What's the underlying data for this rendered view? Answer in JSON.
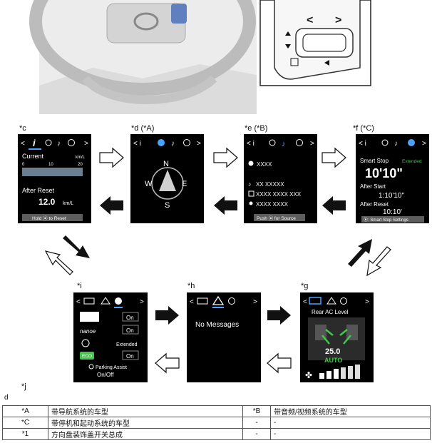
{
  "callouts": {
    "c": "*c",
    "d": "*d (*A)",
    "e": "*e (*B)",
    "f": "*f (*C)",
    "g": "*g",
    "h": "*h",
    "i": "*i",
    "j": "*j"
  },
  "caption": "d",
  "screens": {
    "c": {
      "title": "i",
      "current_label": "Current",
      "unit_top": "km/L",
      "scale": [
        "0",
        "10",
        "20"
      ],
      "after_reset_label": "After Reset",
      "value": "12.0",
      "value_unit": "km/L",
      "footer": "Hold ⦿ to Reset"
    },
    "d": {
      "north": "N",
      "south": "S",
      "west": "W",
      "east": "E"
    },
    "e": {
      "row1": "XXXX",
      "row2": "XX XXXXX",
      "row3": "XXXX XXXX XXX",
      "row4": "XXXX XXXX",
      "footer": "Push ⦿ for Source"
    },
    "f": {
      "label_smart_stop": "Smart Stop",
      "badge": "Extended",
      "big_time": "10'10\"",
      "after_start_label": "After Start",
      "after_start_time": "1:10'10\"",
      "after_reset_label": "After Reset",
      "after_reset_time": "10:10'",
      "footer": "⦿: Smart Stop Settings"
    },
    "g": {
      "title": "Rear AC Level",
      "temp": "25.0",
      "mode": "AUTO"
    },
    "h": {
      "message": "No Messages"
    },
    "i": {
      "row1_value": "On",
      "row2_label": "nanoe",
      "row2_value": "On",
      "row3_value": "Extended",
      "row4_label": "ECO",
      "row4_value": "On",
      "row5_label": "Parking Assist",
      "row5_value": "On/Off"
    }
  },
  "legend": [
    {
      "key": "*A",
      "desc": "带导航系统的车型",
      "key2": "*B",
      "desc2": "带音频/视频系统的车型"
    },
    {
      "key": "*C",
      "desc": "带停机和起动系统的车型",
      "key2": "-",
      "desc2": "-"
    },
    {
      "key": "*1",
      "desc": "方向盘装饰盖开关总成",
      "key2": "-",
      "desc2": "-"
    }
  ],
  "colors": {
    "screen_bg": "#000000",
    "accent_green": "#3fc84a",
    "arrow": "#111111"
  }
}
